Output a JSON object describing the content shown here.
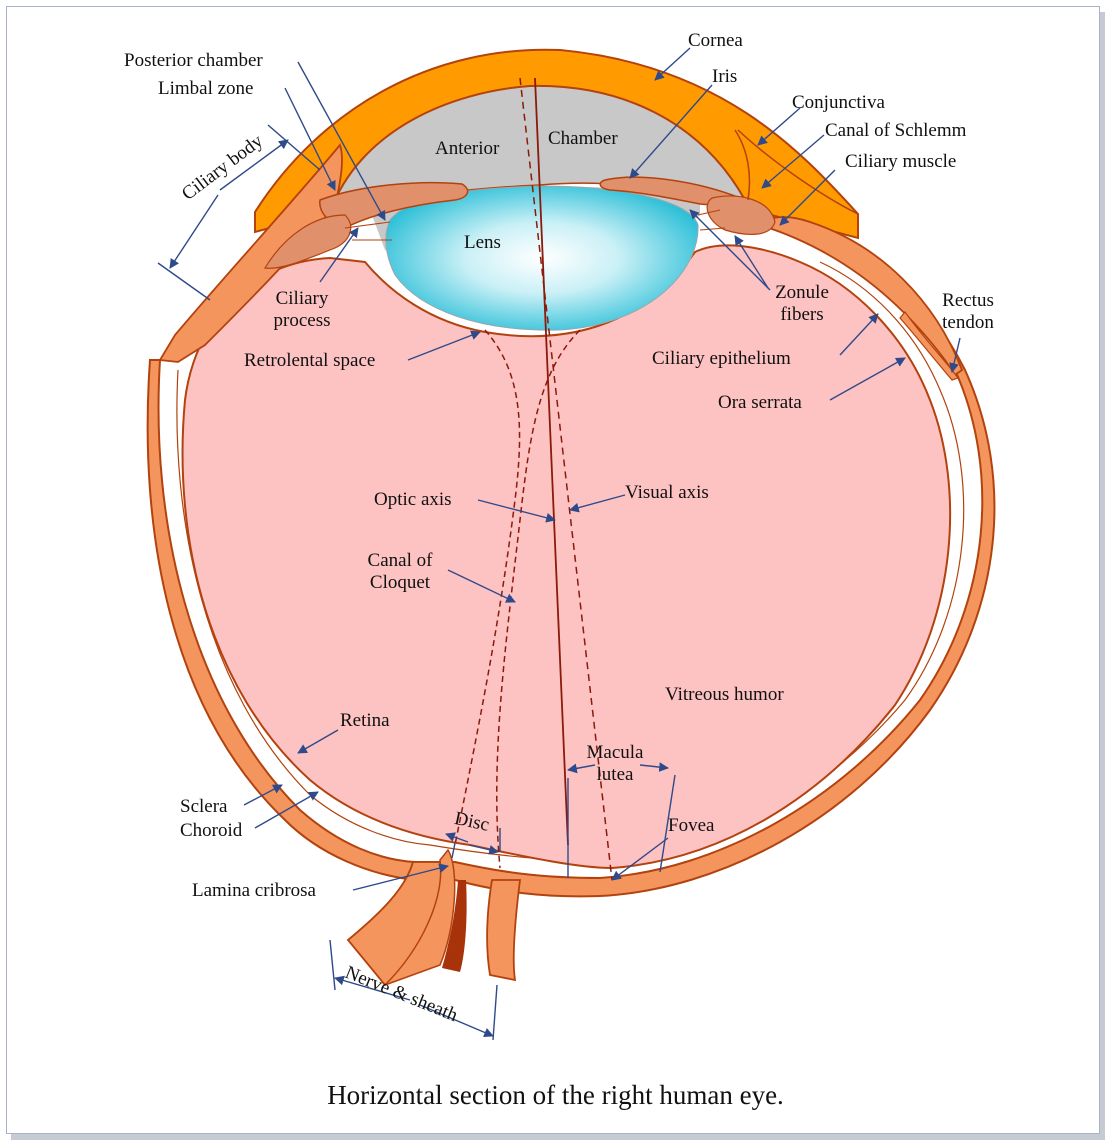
{
  "caption": "Horizontal section of the right human eye.",
  "colors": {
    "sclera": "#f4955d",
    "sclera_outline": "#b3420e",
    "cornea": "#ff9a00",
    "anterior_chamber": "#c8c8c8",
    "vitreous": "#fdc2c2",
    "lens_center": "#ffffff",
    "lens_edge": "#2fc0d8",
    "leader_line": "#2f4a8a",
    "axis_line": "#8b1a0a"
  },
  "labels": {
    "cornea": "Cornea",
    "posterior_chamber": "Posterior chamber",
    "limbal_zone": "Limbal zone",
    "iris": "Iris",
    "conjunctiva": "Conjunctiva",
    "canal_of_schlemm": "Canal of Schlemm",
    "ciliary_muscle": "Ciliary muscle",
    "ciliary_body": "Ciliary body",
    "anterior": "Anterior",
    "chamber": "Chamber",
    "lens": "Lens",
    "ciliary_process_1": "Ciliary",
    "ciliary_process_2": "process",
    "zonule_fibers_1": "Zonule",
    "zonule_fibers_2": "fibers",
    "rectus_tendon_1": "Rectus",
    "rectus_tendon_2": "tendon",
    "retrolental_space": "Retrolental space",
    "ciliary_epithelium": "Ciliary epithelium",
    "ora_serrata": "Ora serrata",
    "optic_axis": "Optic axis",
    "visual_axis": "Visual axis",
    "canal_of_cloquet_1": "Canal of",
    "canal_of_cloquet_2": "Cloquet",
    "vitreous_humor": "Vitreous humor",
    "retina": "Retina",
    "sclera": "Sclera",
    "choroid": "Choroid",
    "disc": "Disc",
    "fovea": "Fovea",
    "lamina_cribrosa": "Lamina cribrosa",
    "macula_lutea_1": "Macula",
    "macula_lutea_2": "lutea",
    "nerve_and_sheath": "Nerve & sheath"
  }
}
